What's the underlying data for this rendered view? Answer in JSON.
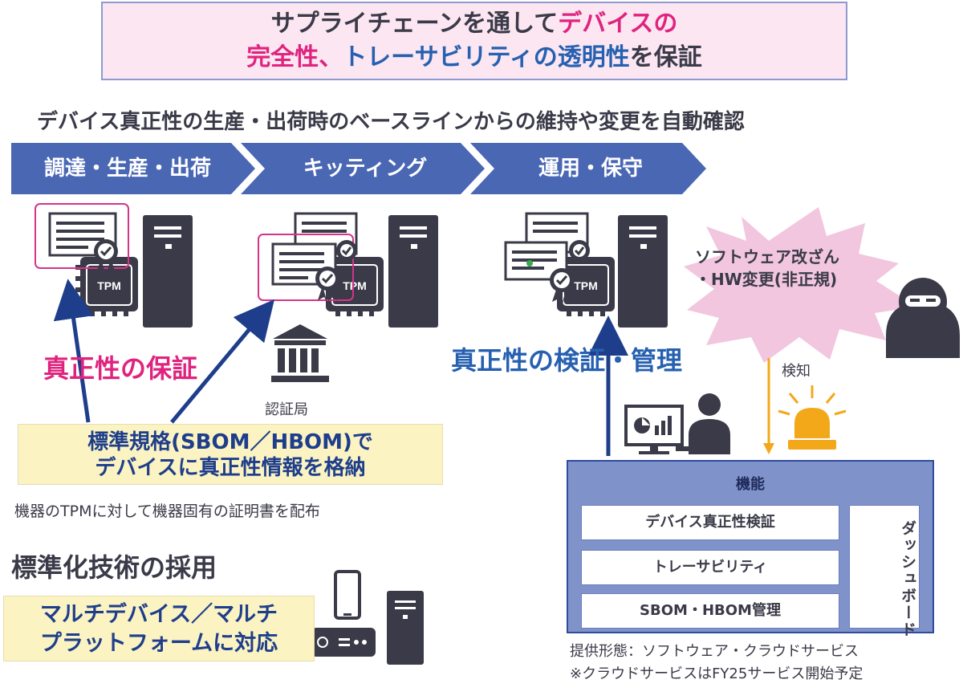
{
  "title": {
    "line1_a": "サプライチェーンを通して",
    "line1_b": "デバイスの",
    "line2_a": "完全性",
    "line2_b": "、",
    "line2_c": "トレーサビリティ",
    "line2_d": "の透明性",
    "line2_e": "を保証"
  },
  "subtitle": "デバイス真正性の生産・出荷時のベースラインからの維持や変更を自動確認",
  "steps": [
    {
      "label": "調達・生産・出荷"
    },
    {
      "label": "キッティング"
    },
    {
      "label": "運用・保守"
    }
  ],
  "chip_label": "TPM",
  "authenticity_guarantee": "真正性の保証",
  "authenticity_verification": "真正性の検証・管理",
  "certificate_authority": "認証局",
  "attack": {
    "line1": "ソフトウェア改ざん",
    "line2": "・HW変更(非正規)"
  },
  "detection_label": "検知",
  "standard_box": {
    "line1": "標準規格(SBOM／HBOM)で",
    "line2": "デバイスに真正性情報を格納"
  },
  "tpm_note": "機器のTPMに対して機器固有の証明書を配布",
  "standardization_heading": "標準化技術の採用",
  "multi_box": {
    "line1": "マルチデバイス／マルチ",
    "line2": "プラットフォームに対応"
  },
  "functions": {
    "heading": "機能",
    "items": [
      "デバイス真正性検証",
      "トレーサビリティ",
      "SBOM・HBOM管理"
    ],
    "dashboard": "ダッシュボード"
  },
  "offering": {
    "line1": "提供形態：ソフトウェア・クラウドサービス",
    "line2": "※クラウドサービスはFY25サービス開始予定"
  },
  "colors": {
    "pink": "#e0237e",
    "blue": "#2660b0",
    "navy": "#1e3e8c",
    "chevron": "#4a67b4",
    "dark_icon": "#3a3a48",
    "yellow_box": "#fbf3c2",
    "alert": "#f3a81a",
    "burst": "#f1c6de"
  },
  "icons": [
    "certificate-icon",
    "tpm-chip-icon",
    "server-tower-icon",
    "bank-building-icon",
    "hacker-icon",
    "alarm-light-icon",
    "monitor-chart-icon",
    "person-icon",
    "smartphone-icon",
    "router-icon"
  ]
}
